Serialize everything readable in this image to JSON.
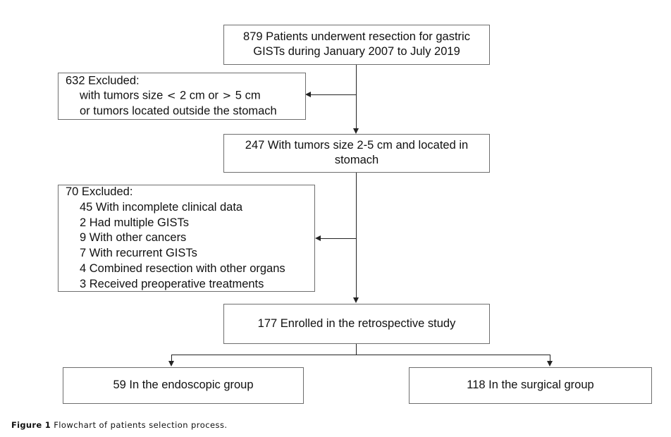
{
  "figure": {
    "label": "Figure 1",
    "caption": "Flowchart of patients selection process."
  },
  "flowchart": {
    "type": "flowchart",
    "orientation": "top-to-bottom",
    "nodes": [
      {
        "id": "enrolled-total",
        "count": 879,
        "lines": [
          "879 Patients underwent resection for gastric",
          "GISTs during January 2007 to July 2019"
        ],
        "align": "center"
      },
      {
        "id": "excluded-size-location",
        "count": 632,
        "heading": "632 Excluded:",
        "items": [
          "with tumors size < 2 cm or > 5 cm",
          "or tumors located outside the stomach"
        ],
        "align": "left"
      },
      {
        "id": "eligible-size-location",
        "count": 247,
        "lines": [
          "247 With tumors size 2-5 cm and located in",
          "stomach"
        ],
        "align": "center"
      },
      {
        "id": "excluded-criteria",
        "count": 70,
        "heading": "70 Excluded:",
        "items": [
          "45 With incomplete clinical data",
          "2 Had multiple GISTs",
          "9 With other cancers",
          "7 With recurrent GISTs",
          "4 Combined resection with other organs",
          "3 Received preoperative treatments"
        ],
        "align": "left"
      },
      {
        "id": "enrolled-study",
        "count": 177,
        "lines": [
          "177 Enrolled in the retrospective study"
        ],
        "align": "center"
      },
      {
        "id": "group-endoscopic",
        "count": 59,
        "lines": [
          "59 In the endoscopic group"
        ],
        "align": "center"
      },
      {
        "id": "group-surgical",
        "count": 118,
        "lines": [
          "118 In the surgical group"
        ],
        "align": "center"
      }
    ],
    "edges": [
      {
        "from": "enrolled-total",
        "to": "excluded-size-location",
        "style": "branch-left"
      },
      {
        "from": "enrolled-total",
        "to": "eligible-size-location",
        "style": "down-arrow"
      },
      {
        "from": "eligible-size-location",
        "to": "excluded-criteria",
        "style": "branch-left"
      },
      {
        "from": "eligible-size-location",
        "to": "enrolled-study",
        "style": "down-arrow"
      },
      {
        "from": "enrolled-study",
        "to": "group-endoscopic",
        "style": "split-down-arrow"
      },
      {
        "from": "enrolled-study",
        "to": "group-surgical",
        "style": "split-down-arrow"
      }
    ],
    "colors": {
      "box_border": "#6e6e6e",
      "connector": "#232323",
      "text": "#111111",
      "background": "#ffffff"
    }
  }
}
